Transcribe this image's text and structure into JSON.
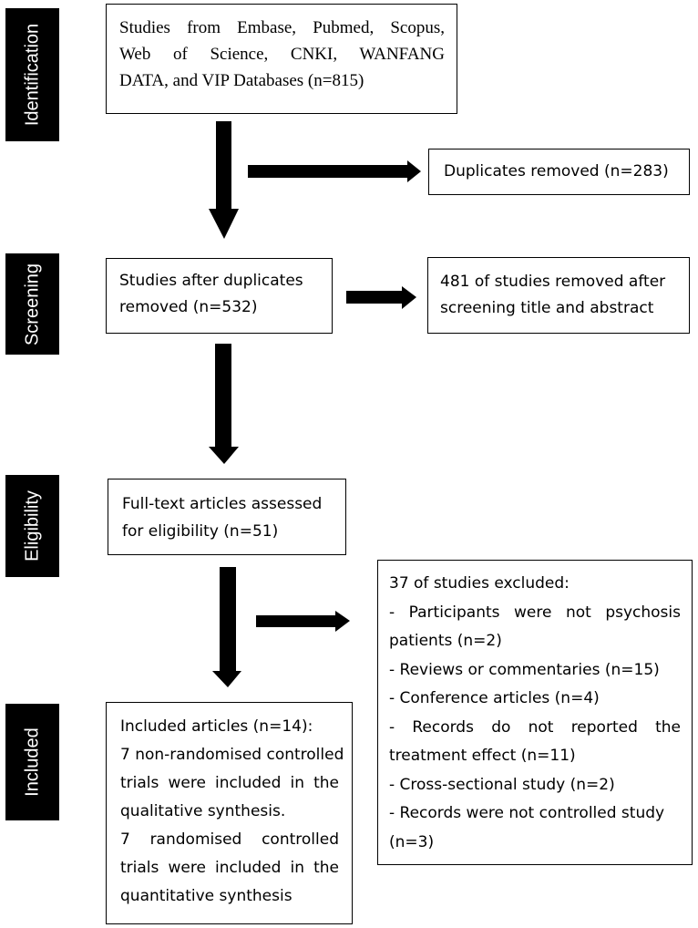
{
  "phases": {
    "identification": "Identification",
    "screening": "Screening",
    "eligibility": "Eligibility",
    "included": "Included"
  },
  "boxes": {
    "identified": {
      "lines": [
        "Studies from Embase, Pubmed, Scopus,",
        "Web of Science, CNKI, WANFANG",
        "DATA, and VIP Databases (n=815)"
      ]
    },
    "duplicates": {
      "text": "Duplicates removed (n=283)"
    },
    "screened": {
      "lines": [
        "Studies after duplicates",
        "removed (n=532)"
      ]
    },
    "screen_excluded": {
      "lines": [
        "481 of studies removed after",
        "screening title and abstract"
      ]
    },
    "fulltext": {
      "lines": [
        "Full-text articles assessed",
        "for eligibility (n=51)"
      ]
    },
    "excluded": {
      "lines": [
        "37 of studies excluded:",
        "- Participants were not psychosis",
        "patients (n=2)",
        "- Reviews or commentaries (n=15)",
        "- Conference articles (n=4)",
        "- Records do not reported the",
        "treatment effect (n=11)",
        "- Cross-sectional study (n=2)",
        "- Records were not controlled study",
        "(n=3)"
      ]
    },
    "included": {
      "lines": [
        "Included articles (n=14):",
        "7 non-randomised controlled",
        "trials were included in the",
        "qualitative synthesis.",
        "7 randomised controlled",
        "trials were included in the",
        "quantitative synthesis"
      ]
    }
  },
  "colors": {
    "fill": "#000000",
    "background": "#ffffff"
  }
}
